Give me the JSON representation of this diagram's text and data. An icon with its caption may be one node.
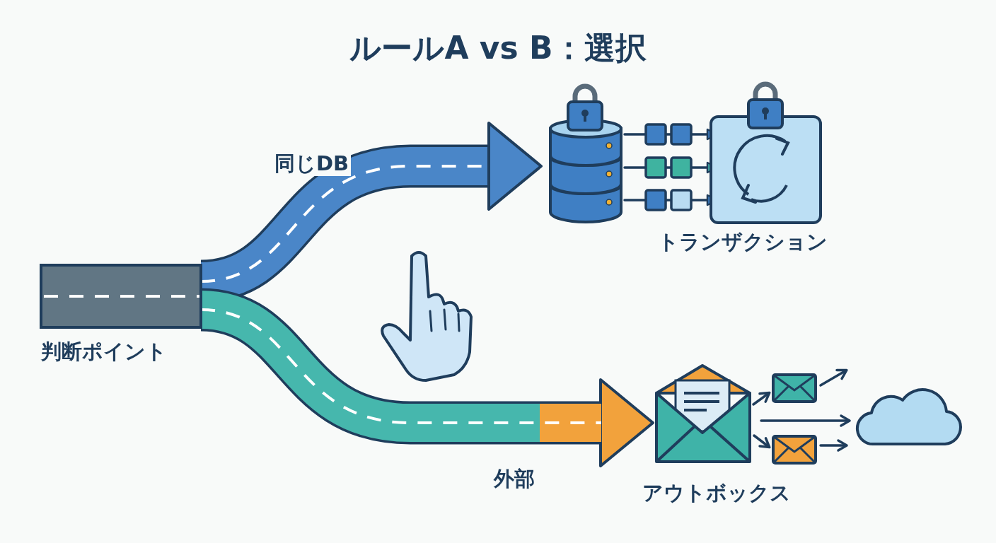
{
  "diagram": {
    "title": "ルールA vs B：選択",
    "nodes": [
      {
        "text": [
          "判断ポイント"
        ]
      },
      {
        "text": [],
        "shape": "cylinder"
      },
      {
        "text": [
          "トランザクション"
        ]
      },
      {
        "text": [
          "アウトボックス"
        ]
      },
      {
        "text": [],
        "shape": "cloud"
      },
      {
        "text": [],
        "shape": "envelope"
      },
      {
        "text": [],
        "shape": "envelope"
      }
    ],
    "edges": [
      {
        "from": 0,
        "to": 1,
        "arrow": "to",
        "label": "同じDB",
        "style": "thick",
        "color": "#4a86c8"
      },
      {
        "from": 0,
        "to": 3,
        "arrow": "to",
        "label": "外部",
        "style": "thick",
        "color": "#46b7ad"
      },
      {
        "from": 1,
        "to": 2,
        "arrow": "to"
      },
      {
        "from": 1,
        "to": 2,
        "arrow": "to"
      },
      {
        "from": 1,
        "to": 2,
        "arrow": "to"
      },
      {
        "from": 3,
        "to": 5,
        "arrow": "to"
      },
      {
        "from": 5,
        "to": null,
        "arrow": "to"
      },
      {
        "from": 3,
        "to": 4,
        "arrow": "to"
      },
      {
        "from": 3,
        "to": 6,
        "arrow": "to"
      },
      {
        "from": 6,
        "to": 4,
        "arrow": "to"
      }
    ]
  }
}
